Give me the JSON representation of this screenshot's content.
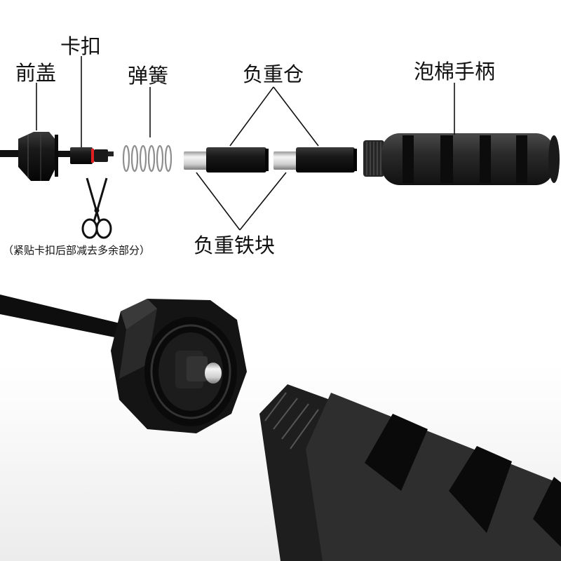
{
  "labels": {
    "front_cap": "前盖",
    "clip": "卡扣",
    "spring": "弹簧",
    "weight_chamber": "负重仓",
    "foam_handle": "泡棉手柄",
    "weight_blocks": "负重铁块",
    "cut_note": "（紧贴卡扣后部减去多余部分）"
  },
  "colors": {
    "background": "#ffffff",
    "part_black": "#151515",
    "metal": "#c9c9c9",
    "red_mark": "#e02020"
  },
  "icons": {
    "cut_tool": "scissors-icon"
  }
}
